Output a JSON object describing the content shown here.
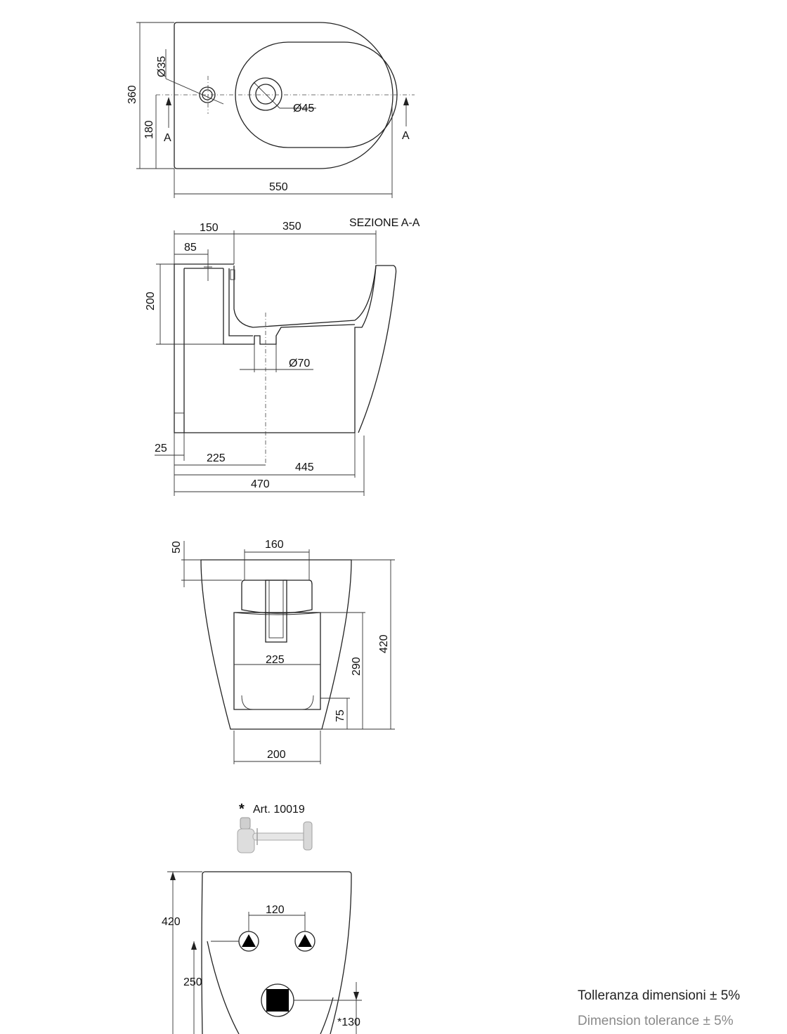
{
  "top_view": {
    "dims": {
      "d35": "Ø35",
      "d45": "Ø45",
      "h360": "360",
      "h180": "180",
      "w550": "550"
    },
    "section_marks": [
      "A",
      "A"
    ]
  },
  "section_view": {
    "title": "SEZIONE A-A",
    "dims": {
      "w150": "150",
      "w350": "350",
      "w85": "85",
      "h200": "200",
      "d70": "Ø70",
      "w25": "25",
      "w225": "225",
      "w445": "445",
      "w470": "470"
    }
  },
  "back_view": {
    "dims": {
      "h50": "50",
      "w160": "160",
      "w225": "225",
      "h290": "290",
      "h420": "420",
      "h75": "75",
      "w200": "200"
    }
  },
  "accessory": {
    "mark": "*",
    "label": "Art. 10019"
  },
  "wall_view": {
    "dims": {
      "h420": "420",
      "w120": "120",
      "h250": "250",
      "h130": "*130"
    }
  },
  "tolerance": {
    "it": "Tolleranza dimensioni ± 5%",
    "en": "Dimension tolerance ± 5%"
  },
  "colors": {
    "line": "#222222",
    "muted_text": "#8a8a8a"
  }
}
